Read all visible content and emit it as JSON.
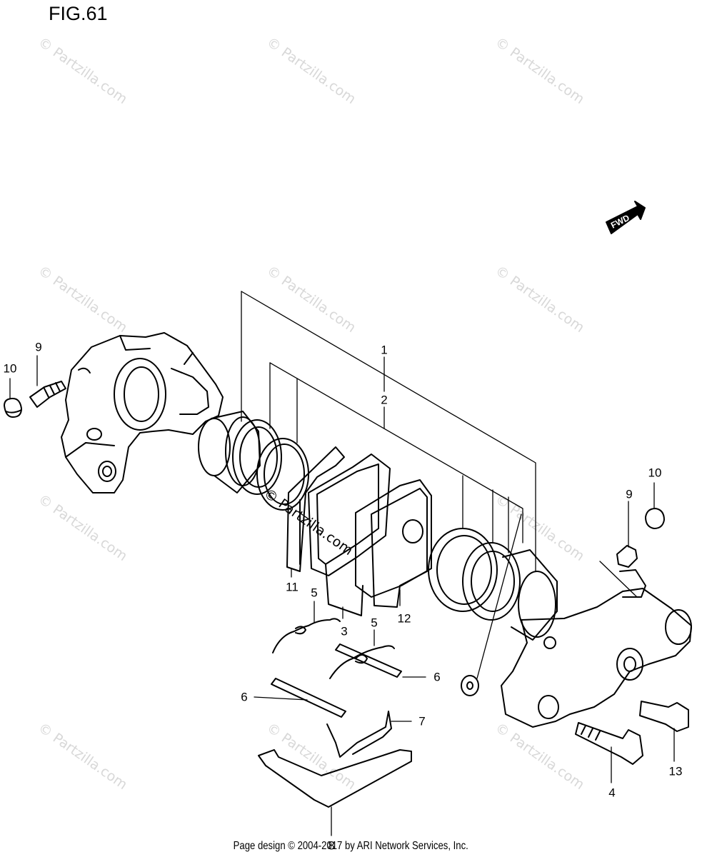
{
  "figure": {
    "title": "FIG.61"
  },
  "fwd_badge": {
    "label": "FWD"
  },
  "watermark": {
    "text": "© Partzilla.com"
  },
  "callouts": [
    {
      "id": "c1",
      "label": "1"
    },
    {
      "id": "c2",
      "label": "2"
    },
    {
      "id": "c3",
      "label": "3"
    },
    {
      "id": "c4",
      "label": "4"
    },
    {
      "id": "c5a",
      "label": "5"
    },
    {
      "id": "c5b",
      "label": "5"
    },
    {
      "id": "c6a",
      "label": "6"
    },
    {
      "id": "c6b",
      "label": "6"
    },
    {
      "id": "c7",
      "label": "7"
    },
    {
      "id": "c8",
      "label": "8"
    },
    {
      "id": "c9a",
      "label": "9"
    },
    {
      "id": "c9b",
      "label": "9"
    },
    {
      "id": "c10a",
      "label": "10"
    },
    {
      "id": "c10b",
      "label": "10"
    },
    {
      "id": "c11",
      "label": "11"
    },
    {
      "id": "c12",
      "label": "12"
    },
    {
      "id": "c13",
      "label": "13"
    }
  ],
  "footer": {
    "text": "Page design © 2004-2017 by ARI Network Services, Inc."
  }
}
